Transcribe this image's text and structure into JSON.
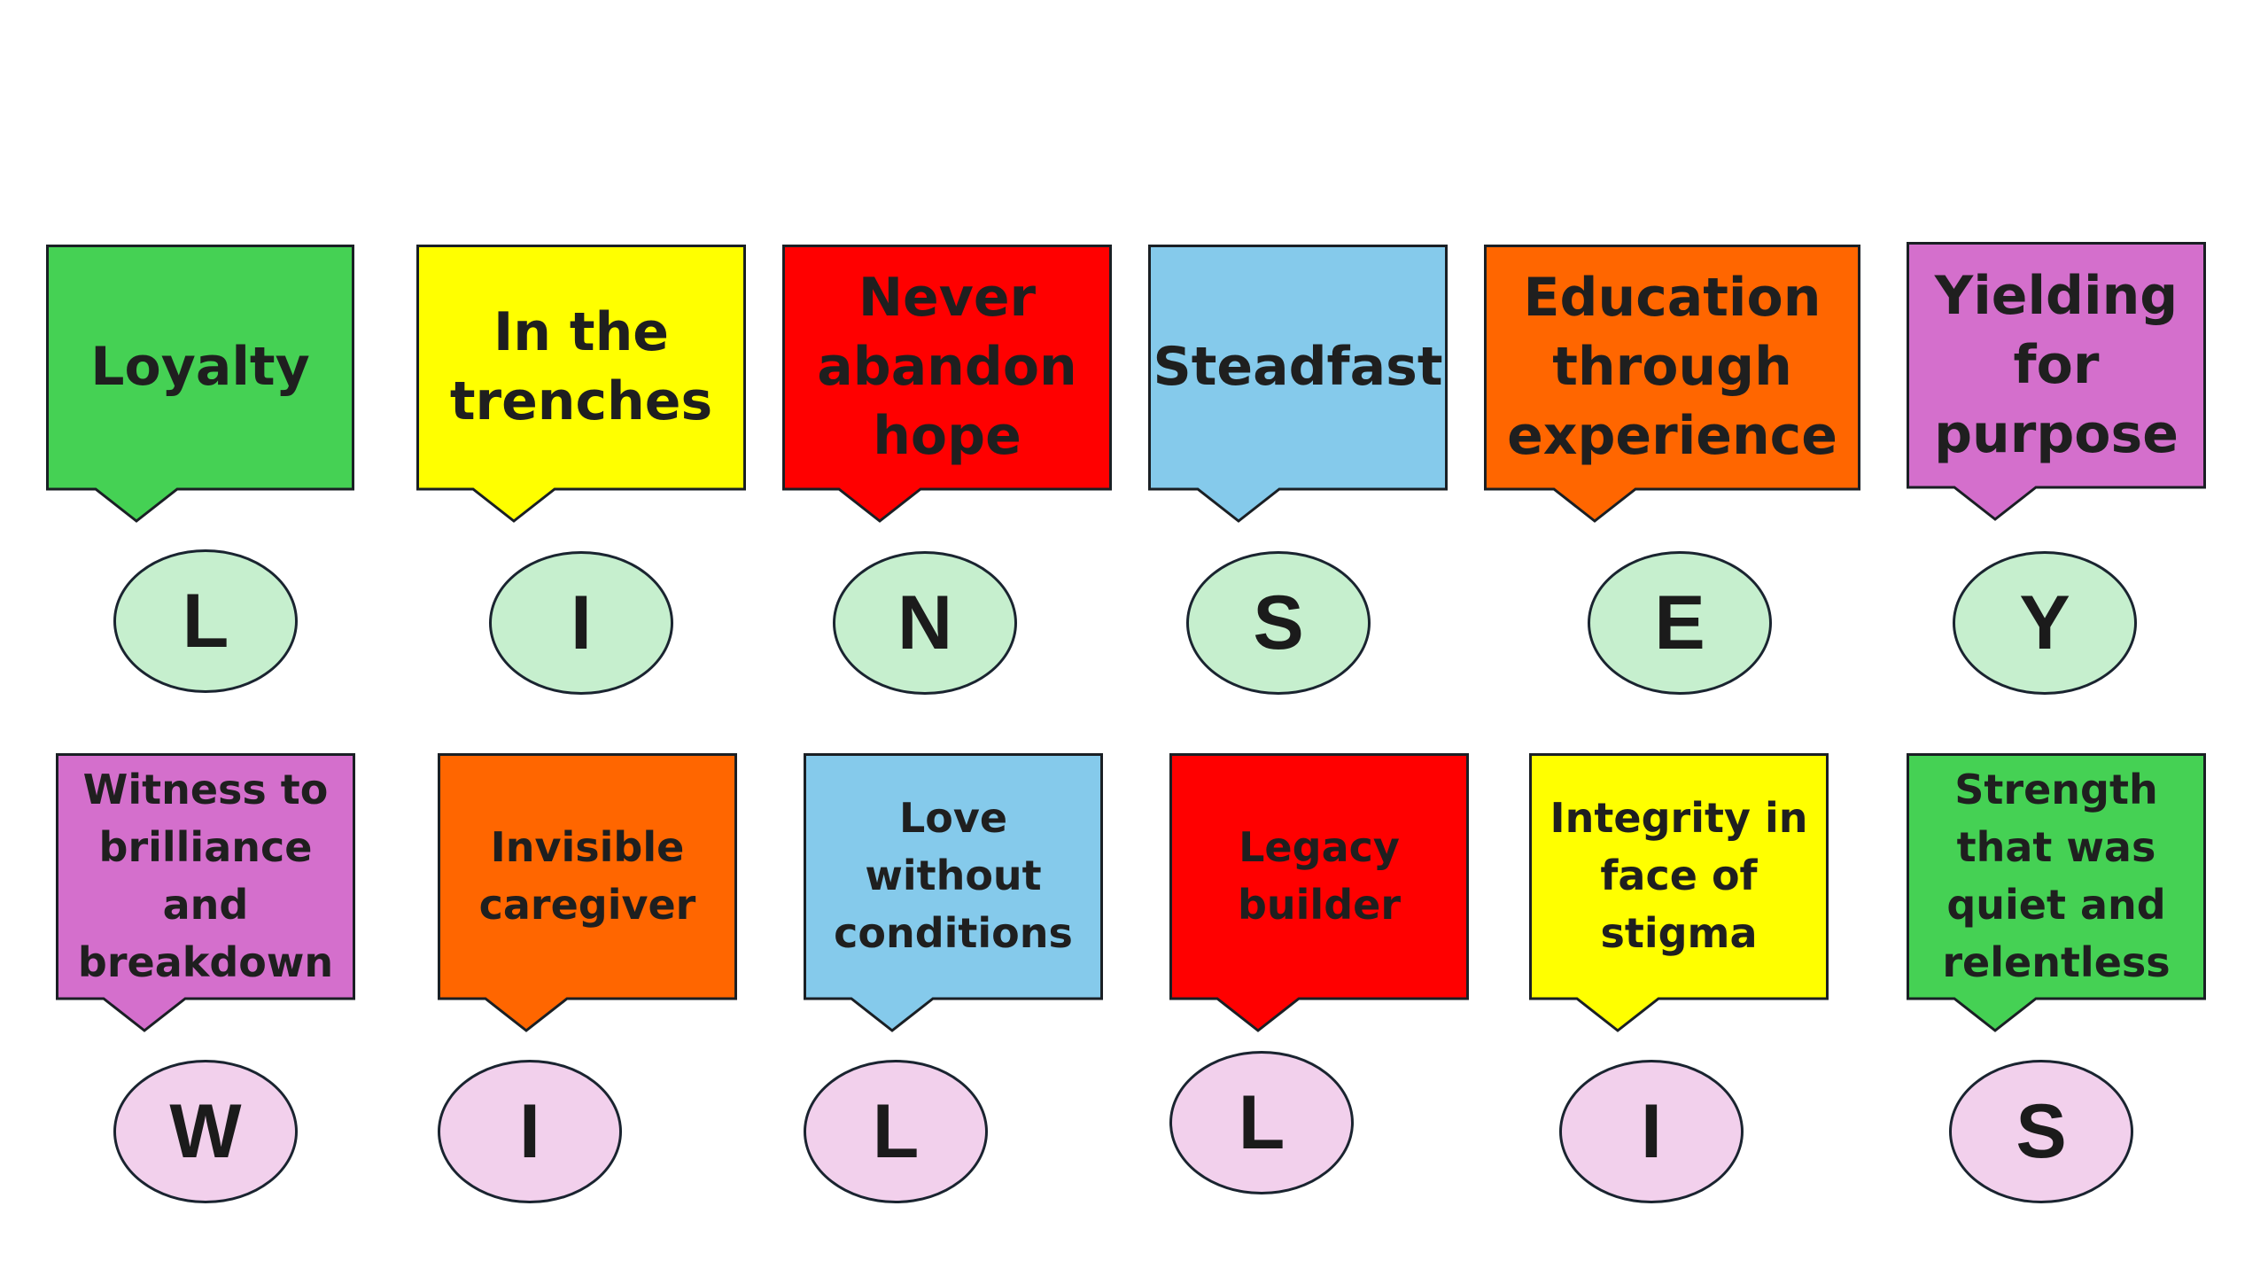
{
  "colors": {
    "green": "#45d154",
    "yellow": "#ffff00",
    "red": "#ff0000",
    "blue": "#85caeb",
    "orange": "#ff6600",
    "purple": "#d46fcc",
    "circle_green": "#c6efce",
    "circle_pink": "#f2d0ec"
  },
  "row1": [
    {
      "text": "Loyalty",
      "letter": "L",
      "color": "green"
    },
    {
      "text": "In the trenches",
      "letter": "I",
      "color": "yellow"
    },
    {
      "text": "Never abandon hope",
      "letter": "N",
      "color": "red"
    },
    {
      "text": "Steadfast",
      "letter": "S",
      "color": "blue"
    },
    {
      "text": "Education through experience",
      "letter": "E",
      "color": "orange"
    },
    {
      "text": "Yielding for purpose",
      "letter": "Y",
      "color": "purple"
    }
  ],
  "row2": [
    {
      "text": "Witness to brilliance and breakdown",
      "letter": "W",
      "color": "purple"
    },
    {
      "text": "Invisible caregiver",
      "letter": "I",
      "color": "orange"
    },
    {
      "text": "Love without conditions",
      "letter": "L",
      "color": "blue"
    },
    {
      "text": "Legacy builder",
      "letter": "L",
      "color": "red"
    },
    {
      "text": "Integrity in face of stigma",
      "letter": "I",
      "color": "yellow"
    },
    {
      "text": "Strength that was quiet and relentless",
      "letter": "S",
      "color": "green"
    }
  ]
}
